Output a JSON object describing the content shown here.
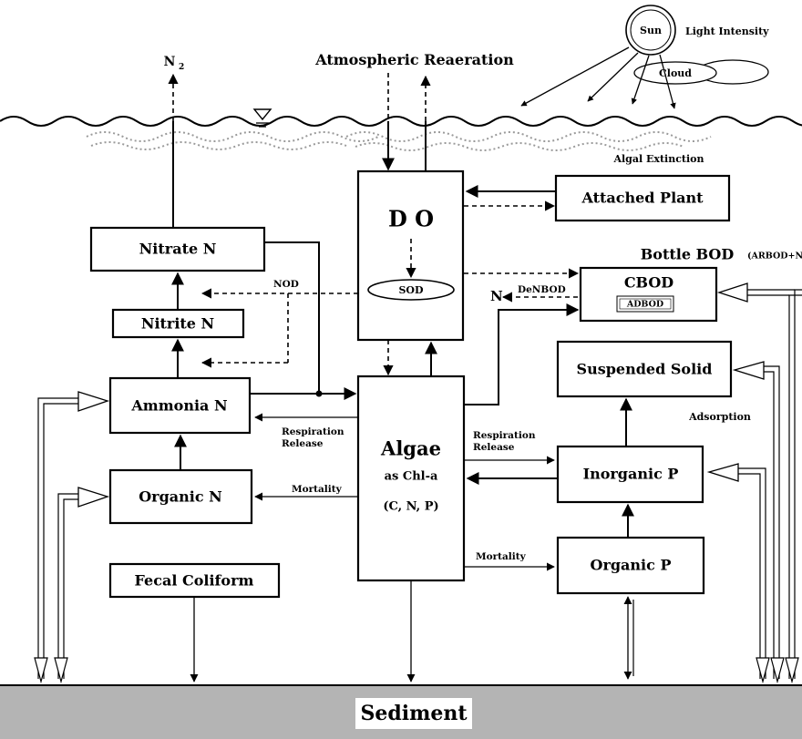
{
  "labels": {
    "sun": "Sun",
    "light_intensity": "Light Intensity",
    "cloud": "Cloud",
    "n2": "N",
    "n2_sub": "2",
    "atmospheric_reaeration": "Atmospheric Reaeration",
    "algal_extinction": "Algal Extinction",
    "do": "D O",
    "sod": "SOD",
    "attached_plant": "Attached Plant",
    "nitrate_n": "Nitrate N",
    "nitrite_n": "Nitrite N",
    "ammonia_n": "Ammonia N",
    "organic_n": "Organic N",
    "fecal_coliform": "Fecal Coliform",
    "nod": "NOD",
    "bottle_bod": "Bottle BOD",
    "bottle_bod_sub": "(ARBOD+NBOD)",
    "cbod": "CBOD",
    "adbod": "ADBOD",
    "denbod": "DeNBOD",
    "n_out": "N",
    "suspended_solid": "Suspended Solid",
    "adsorption": "Adsorption",
    "algae": "Algae",
    "algae_sub": "as Chl-a",
    "algae_cnp": "(C, N, P)",
    "resp_left_1": "Respiration",
    "resp_left_2": "Release",
    "resp_right_1": "Respiration",
    "resp_right_2": "Release",
    "mortality_left": "Mortality",
    "mortality_right": "Mortality",
    "inorganic_p": "Inorganic P",
    "organic_p": "Organic P",
    "sediment": "Sediment"
  },
  "colors": {
    "sediment_fill": "#b4b4b4",
    "foam": "#9a9a9a"
  }
}
